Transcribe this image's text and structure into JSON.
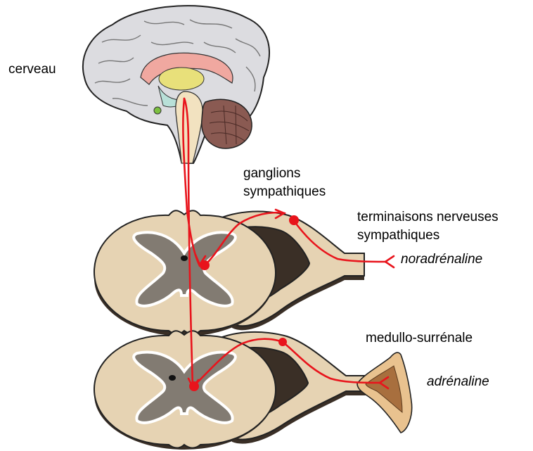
{
  "labels": {
    "brain": "cerveau",
    "ganglia_line1": "ganglions",
    "ganglia_line2": "sympathiques",
    "terminals_line1": "terminaisons nerveuses",
    "terminals_line2": "sympathiques",
    "noradrenaline": "noradrénaline",
    "adrenal_medulla": "medullo-surrénale",
    "adrenaline": "adrénaline"
  },
  "colors": {
    "nerve": "#e8141c",
    "spinal_white_matter": "#e6d3b3",
    "spinal_gray_matter": "#827b72",
    "brain_tissue": "#dcdce0",
    "cerebellum": "#8a5a52",
    "adrenal_cortex": "#e9c28f",
    "adrenal_medulla": "#a86f3e"
  }
}
